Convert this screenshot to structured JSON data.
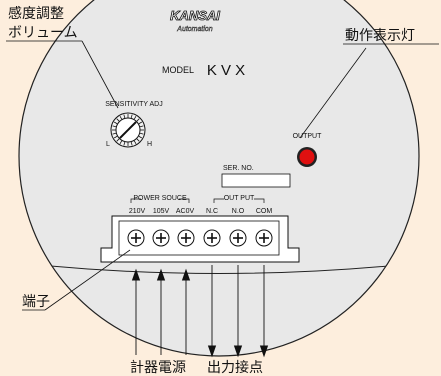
{
  "callouts": {
    "sensitivity_line1": "感度調整",
    "sensitivity_line2": "ボリューム",
    "indicator": "動作表示灯",
    "terminal": "端子",
    "power": "計器電源",
    "output_contact": "出力接点"
  },
  "device": {
    "brand": "KANSAI",
    "brand_sub": "Automation",
    "model_prefix": "MODEL",
    "model_name": "K V X",
    "sensitivity_label": "SENSITIVITY ADJ",
    "dial_low": "L",
    "dial_high": "H",
    "output_label": "OUTPUT",
    "serial_label": "SER. NO.",
    "power_group": "POWER SOUCE",
    "output_group": "OUT PUT",
    "terminals": [
      "210V",
      "105V",
      "AC0V",
      "N.C",
      "N.O",
      "COM"
    ]
  },
  "colors": {
    "background": "#fdeedd",
    "housing": "#e8e8e8",
    "led": "#e01010"
  }
}
